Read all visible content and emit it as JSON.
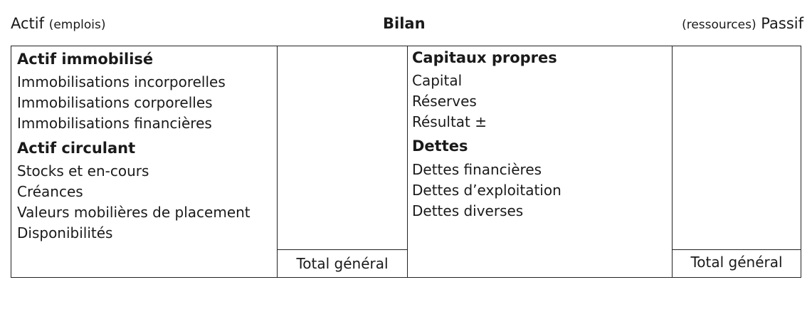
{
  "header": {
    "left_main": "Actif",
    "left_sub": "(emplois)",
    "title": "Bilan",
    "right_sub": "(ressources)",
    "right_main": "Passif"
  },
  "actif": {
    "sections": [
      {
        "heading": "Actif immobilisé",
        "items": [
          "Immobilisations incorporelles",
          "Immobilisations corporelles",
          "Immobilisations financières"
        ]
      },
      {
        "heading": "Actif circulant",
        "items": [
          "Stocks et en-cours",
          "Créances",
          "Valeurs mobilières de placement",
          "Disponibilités"
        ]
      }
    ],
    "total_label": "Total général"
  },
  "passif": {
    "sections": [
      {
        "heading": "Capitaux propres",
        "items": [
          "Capital",
          "Réserves",
          "Résultat ±"
        ]
      },
      {
        "heading": "Dettes",
        "items": [
          "Dettes financières",
          "Dettes d’exploitation",
          "Dettes diverses"
        ]
      }
    ],
    "total_label": "Total général"
  }
}
